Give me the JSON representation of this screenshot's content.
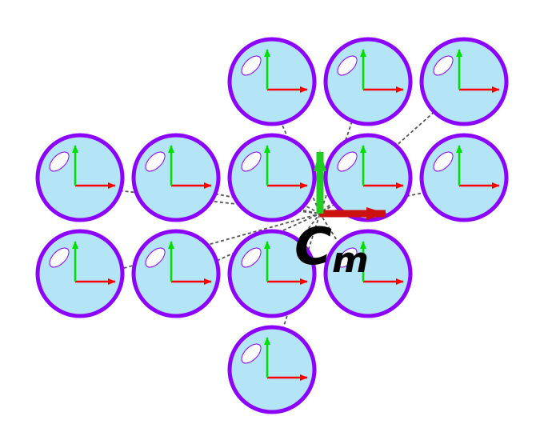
{
  "diagram": {
    "center_label": {
      "main": "C",
      "subscript": "m"
    },
    "colors": {
      "body_fill": "#b3e5f7",
      "body_stroke": "#8b00ff",
      "highlight_stroke": "#8b00ff",
      "x_axis": "#ff0000",
      "y_axis": "#00e000",
      "connector": "#555555",
      "center_x_axis": "#cc1111",
      "center_y_axis": "#22cc22"
    },
    "body_count": 13,
    "rows": [
      {
        "row": 1,
        "bodies": 3
      },
      {
        "row": 2,
        "bodies": 5
      },
      {
        "row": 3,
        "bodies": 4
      },
      {
        "row": 4,
        "bodies": 1
      }
    ]
  }
}
